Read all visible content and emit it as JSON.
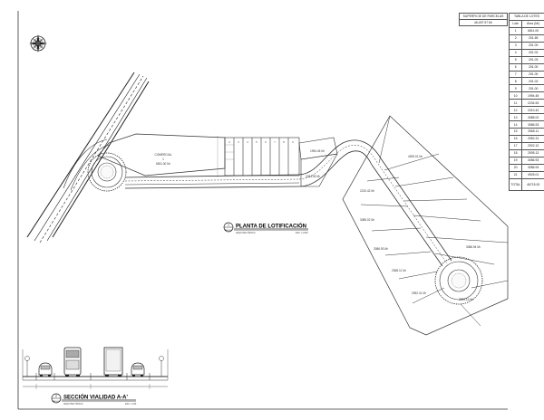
{
  "superficie_table": {
    "header": "SUPERFICIE DE PARCELAS",
    "value": "46,497.57 M²"
  },
  "lots_table": {
    "header": "TABLA DE LOTES",
    "col_lot": "Lote",
    "col_area": "Área (M²)",
    "rows": [
      {
        "lot": "1",
        "area": "6811.00"
      },
      {
        "lot": "2",
        "area": "201.65"
      },
      {
        "lot": "3",
        "area": "201.00"
      },
      {
        "lot": "4",
        "area": "201.02"
      },
      {
        "lot": "5",
        "area": "201.03"
      },
      {
        "lot": "6",
        "area": "201.00"
      },
      {
        "lot": "7",
        "area": "201.00"
      },
      {
        "lot": "8",
        "area": "201.02"
      },
      {
        "lot": "9",
        "area": "201.00"
      },
      {
        "lot": "10",
        "area": "1994.45"
      },
      {
        "lot": "11",
        "area": "2234.53"
      },
      {
        "lot": "12",
        "area": "2210.42"
      },
      {
        "lot": "13",
        "area": "3085.02"
      },
      {
        "lot": "14",
        "area": "3086.93"
      },
      {
        "lot": "15",
        "area": "2565.11"
      },
      {
        "lot": "16",
        "area": "2952.31"
      },
      {
        "lot": "17",
        "area": "2922.12"
      },
      {
        "lot": "18",
        "area": "2905.13"
      },
      {
        "lot": "19",
        "area": "3086.93"
      },
      {
        "lot": "20",
        "area": "3086.94"
      },
      {
        "lot": "21",
        "area": "4925.01"
      }
    ],
    "total_label": "TOTAL",
    "total_value": "46715.00"
  },
  "plan_title": {
    "number": "1",
    "title": "PLANTA DE LOTIFICACIÓN",
    "sheet_ref": "ARQ-01",
    "subtitle": "ARQUITECTÓNICO",
    "scale": "ESC. 1:1000"
  },
  "section_title": {
    "number": "2",
    "title": "SECCIÓN VIALIDAD A-A'",
    "sheet_ref": "ARQ-01",
    "subtitle": "ARQUITECTÓNICO",
    "scale": "ESC. 1:100"
  },
  "lots_on_plan": {
    "commercial_name": "COMERCIAL",
    "commercial_lot": "1",
    "commercial_area": "6811.00 M²",
    "lot10": "1994.45 M²",
    "lot11": "2234.53 M²",
    "lot12": "2210.42 M²",
    "lot13": "3085.02 M²",
    "lot14": "3086.93 M²",
    "lot15": "2565.11 M²",
    "lot16": "2952.31 M²",
    "lot18": "2905.13 M²",
    "lot20": "3086.94 M²",
    "lot21": "4925.01 M²",
    "small_lots": [
      "2",
      "3",
      "4",
      "5",
      "6",
      "7",
      "8",
      "9"
    ]
  },
  "colors": {
    "line": "#333333",
    "road_hatch": "#777777",
    "greenery": "#555555"
  },
  "icons": [
    "north-arrow-icon",
    "car-icon",
    "bus-icon",
    "truck-icon"
  ]
}
